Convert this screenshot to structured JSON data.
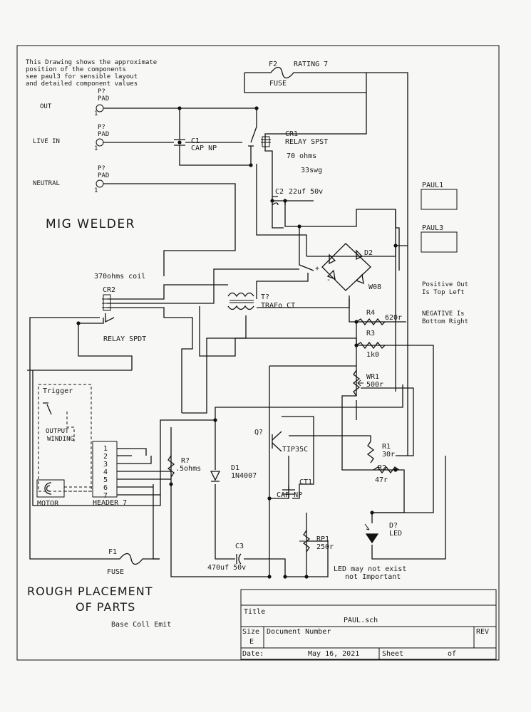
{
  "note_lines": [
    "This Drawing shows the approximate",
    "position of the components",
    " see paul3 for sensible layout",
    "and detailed component values"
  ],
  "pads": [
    {
      "ref": "P?",
      "name": "PAD",
      "net": "OUT"
    },
    {
      "ref": "P?",
      "name": "PAD",
      "net": "LIVE IN"
    },
    {
      "ref": "P?",
      "name": "PAD",
      "net": "NEUTRAL"
    }
  ],
  "pad_pin": "1",
  "main_label": "MIG WELDER",
  "f2": {
    "ref": "F2",
    "rating": "RATING 7",
    "name": "FUSE"
  },
  "f1": {
    "ref": "F1",
    "name": "FUSE"
  },
  "c1": {
    "ref": "C1",
    "value": "CAP NP"
  },
  "cr1": {
    "ref": "CR1",
    "name": "RELAY SPST",
    "resistance": "70 ohms",
    "wire": "33swg"
  },
  "c2": {
    "ref": "C2",
    "value": "22uf 50v"
  },
  "d2": {
    "ref": "D2",
    "part": "W08",
    "plus": "+",
    "minus": "-"
  },
  "paul1": "PAUL1",
  "paul3": "PAUL3",
  "positive_note": [
    "Positive Out",
    "Is Top Left"
  ],
  "negative_note": [
    "NEGATIVE Is",
    "Bottom Right"
  ],
  "cr2": {
    "ref": "CR2",
    "coil": "370ohms coil",
    "name": "RELAY SPDT"
  },
  "transformer": {
    "ref": "T?",
    "name": "TRAFo CT"
  },
  "r4": {
    "ref": "R4",
    "value": "620r"
  },
  "r3": {
    "ref": "R3",
    "value": "1k0"
  },
  "wr1": {
    "ref": "WR1",
    "value": "500r"
  },
  "trigger": "Trigger",
  "output_winding": [
    "OUTPUT",
    "WINDING"
  ],
  "header": {
    "name": "HEADER 7",
    "pins": [
      "1",
      "2",
      "3",
      "4",
      "5",
      "6",
      "7"
    ]
  },
  "motor": "MOTOR",
  "r_motor": {
    "ref": "R?",
    "value": ".5ohms"
  },
  "d1": {
    "ref": "D1",
    "part": "1N4007"
  },
  "q": {
    "ref": "Q?",
    "part": "TIP35C"
  },
  "r1": {
    "ref": "R1",
    "value": "30r"
  },
  "r2": {
    "ref": "R2",
    "value": "47r"
  },
  "ct1": {
    "ref": "CT1",
    "value": "CAP NP"
  },
  "c3": {
    "ref": "C3",
    "value": "470uf 50v"
  },
  "rp1": {
    "ref": "RP1",
    "value": "250r"
  },
  "led": {
    "ref": "D?",
    "name": "LED",
    "note": [
      "LED may not exist",
      "not Important"
    ]
  },
  "rough_placement": [
    "ROUGH PLACEMENT",
    "OF PARTS"
  ],
  "pin_names": "Base  Coll  Emit",
  "title_block": {
    "title_label": "Title",
    "title_value": "PAUL.sch",
    "size_label": "Size",
    "size_value": "E",
    "docnum_label": "Document Number",
    "rev_label": "REV",
    "date_label": "Date:",
    "date_value": "May 16, 2021",
    "sheet_label": "Sheet",
    "of_label": "of"
  }
}
